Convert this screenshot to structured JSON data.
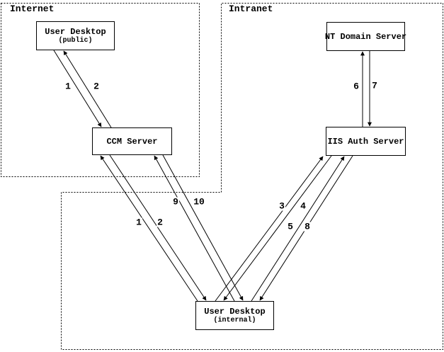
{
  "diagram": {
    "regions": {
      "internet": {
        "label": "Internet"
      },
      "intranet": {
        "label": "Intranet"
      }
    },
    "nodes": {
      "user_desktop_public": {
        "title": "User Desktop",
        "subtitle": "(public)"
      },
      "ccm_server": {
        "title": "CCM Server"
      },
      "nt_domain_server": {
        "title": "NT Domain Server"
      },
      "iis_auth_server": {
        "title": "IIS Auth Server"
      },
      "user_desktop_internal": {
        "title": "User Desktop",
        "subtitle": "(internal)"
      }
    },
    "steps": [
      {
        "label": "1",
        "from": "User Desktop (public)",
        "to": "CCM Server"
      },
      {
        "label": "2",
        "from": "CCM Server",
        "to": "User Desktop (public)"
      },
      {
        "label": "1",
        "from": "User Desktop (internal)",
        "to": "CCM Server"
      },
      {
        "label": "2",
        "from": "CCM Server",
        "to": "User Desktop (internal)"
      },
      {
        "label": "3",
        "from": "User Desktop (internal)",
        "to": "IIS Auth Server"
      },
      {
        "label": "4",
        "from": "IIS Auth Server",
        "to": "User Desktop (internal)"
      },
      {
        "label": "5",
        "from": "User Desktop (internal)",
        "to": "IIS Auth Server"
      },
      {
        "label": "8",
        "from": "IIS Auth Server",
        "to": "User Desktop (internal)"
      },
      {
        "label": "6",
        "from": "IIS Auth Server",
        "to": "NT Domain Server"
      },
      {
        "label": "7",
        "from": "NT Domain Server",
        "to": "IIS Auth Server"
      },
      {
        "label": "9",
        "from": "User Desktop (internal)",
        "to": "CCM Server"
      },
      {
        "label": "10",
        "from": "CCM Server",
        "to": "User Desktop (internal)"
      }
    ],
    "colors": {
      "line": "#000000",
      "background": "#ffffff"
    }
  }
}
